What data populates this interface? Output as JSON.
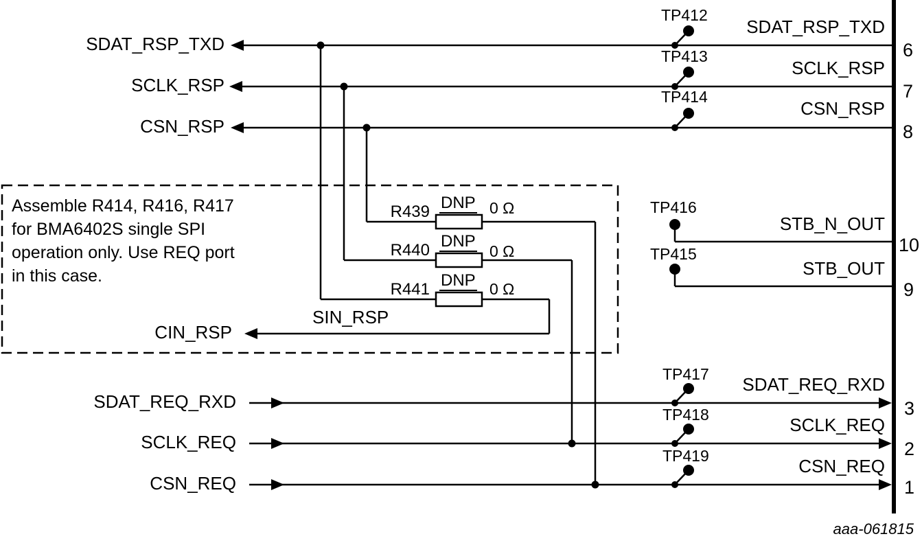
{
  "colors": {
    "ink": "#000000",
    "background": "#ffffff"
  },
  "note": {
    "lines": [
      "Assemble R414, R416, R417",
      "for BMA6402S single SPI",
      "operation only. Use REQ port",
      "in this case."
    ]
  },
  "left_signals": {
    "sdat_rsp_txd": "SDAT_RSP_TXD",
    "sclk_rsp": "SCLK_RSP",
    "csn_rsp": "CSN_RSP",
    "cin_rsp": "CIN_RSP",
    "sdat_req_rxd": "SDAT_REQ_RXD",
    "sclk_req": "SCLK_REQ",
    "csn_req": "CSN_REQ"
  },
  "net_labels": {
    "sin_rsp": "SIN_RSP"
  },
  "resistors": [
    {
      "ref": "R439",
      "assembly": "DNP",
      "value": "0 Ω"
    },
    {
      "ref": "R440",
      "assembly": "DNP",
      "value": "0 Ω"
    },
    {
      "ref": "R441",
      "assembly": "DNP",
      "value": "0 Ω"
    }
  ],
  "pins": [
    {
      "tp": "TP412",
      "net": "SDAT_RSP_TXD",
      "number": "6"
    },
    {
      "tp": "TP413",
      "net": "SCLK_RSP",
      "number": "7"
    },
    {
      "tp": "TP414",
      "net": "CSN_RSP",
      "number": "8"
    },
    {
      "tp": "TP416",
      "net": "STB_N_OUT",
      "number": "10"
    },
    {
      "tp": "TP415",
      "net": "STB_OUT",
      "number": "9"
    },
    {
      "tp": "TP417",
      "net": "SDAT_REQ_RXD",
      "number": "3"
    },
    {
      "tp": "TP418",
      "net": "SCLK_REQ",
      "number": "2"
    },
    {
      "tp": "TP419",
      "net": "CSN_REQ",
      "number": "1"
    }
  ],
  "figure_id": "aaa-061815"
}
